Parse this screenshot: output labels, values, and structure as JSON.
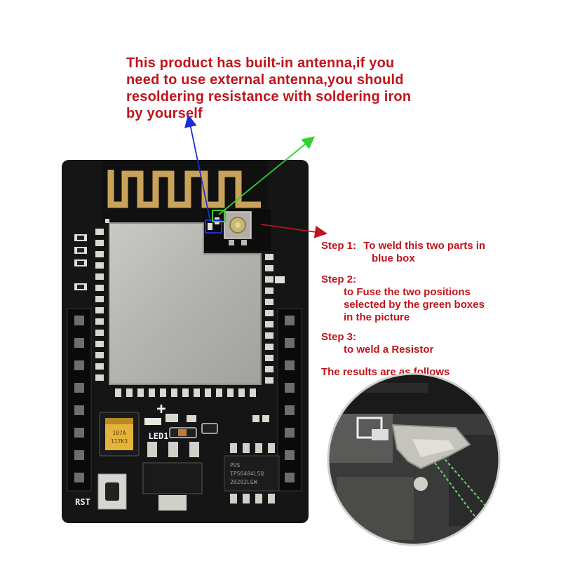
{
  "heading": {
    "lines": [
      "This product has built-in antenna,if you",
      "need to use external antenna,you should",
      "resoldering resistance with soldering iron",
      "by yourself"
    ]
  },
  "steps": [
    {
      "label": "Step 1:",
      "lines": [
        "To weld this two parts in",
        "blue box"
      ]
    },
    {
      "label": "Step 2:",
      "lines": [
        "to Fuse the two positions",
        "selected by the green boxes",
        "in the picture"
      ]
    },
    {
      "label": "Step 3:",
      "lines": [
        "to weld a Resistor"
      ]
    }
  ],
  "results_text": "The results are as follows",
  "board": {
    "silkscreen_led": "LED1",
    "silkscreen_rst": "RST",
    "silkscreen_plus": "+",
    "cap_marking": [
      "107A",
      "117K3"
    ],
    "chip_marking": [
      "PUS",
      "IPS6404LSQ",
      "20202LGW"
    ]
  },
  "colors": {
    "text_red": "#c0141c",
    "blue_box": "#1a2fd6",
    "green_box": "#2fd12f",
    "board": "#151515",
    "shield": "#b8b8b4",
    "gold": "#c9a35a"
  }
}
